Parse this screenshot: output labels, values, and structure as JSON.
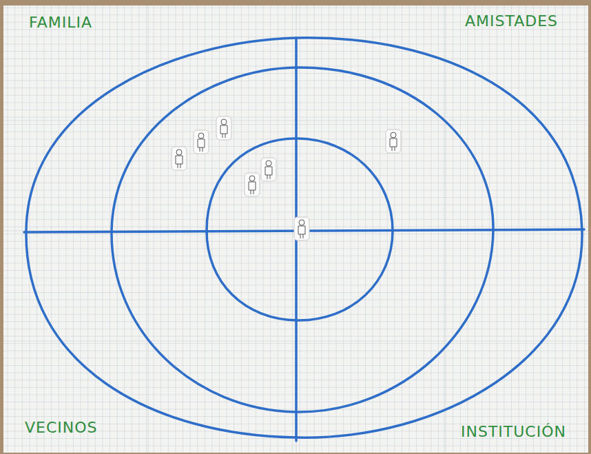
{
  "diagram": {
    "labels": [
      "FAMILIA",
      "AMISTADES",
      "VECINOS",
      "INSTITUCIÓN"
    ]
  }
}
